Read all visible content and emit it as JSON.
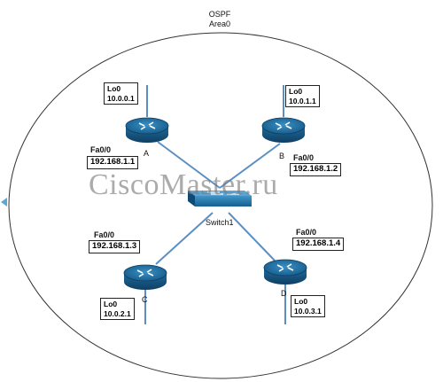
{
  "area": {
    "title": "OSPF",
    "subtitle": "Area0"
  },
  "routers": [
    {
      "id": "A",
      "loopback": {
        "name": "Lo0",
        "ip": "10.0.0.1"
      },
      "fa": {
        "name": "Fa0/0",
        "ip": "192.168.1.1"
      }
    },
    {
      "id": "B",
      "loopback": {
        "name": "Lo0",
        "ip": "10.0.1.1"
      },
      "fa": {
        "name": "Fa0/0",
        "ip": "192.168.1.2"
      }
    },
    {
      "id": "C",
      "loopback": {
        "name": "Lo0",
        "ip": "10.0.2.1"
      },
      "fa": {
        "name": "Fa0/0",
        "ip": "192.168.1.3"
      }
    },
    {
      "id": "D",
      "loopback": {
        "name": "Lo0",
        "ip": "10.0.3.1"
      },
      "fa": {
        "name": "Fa0/0",
        "ip": "192.168.1.4"
      }
    }
  ],
  "switch": {
    "label": "Switch1"
  },
  "watermark": "CiscoMaster.ru",
  "colors": {
    "router_blue": "#1f6b9c",
    "link_blue": "#5b8fc4",
    "outline": "#333333"
  },
  "icons": {
    "router": "router-icon",
    "switch": "switch-icon",
    "nav_arrow": "left-arrow-icon"
  }
}
